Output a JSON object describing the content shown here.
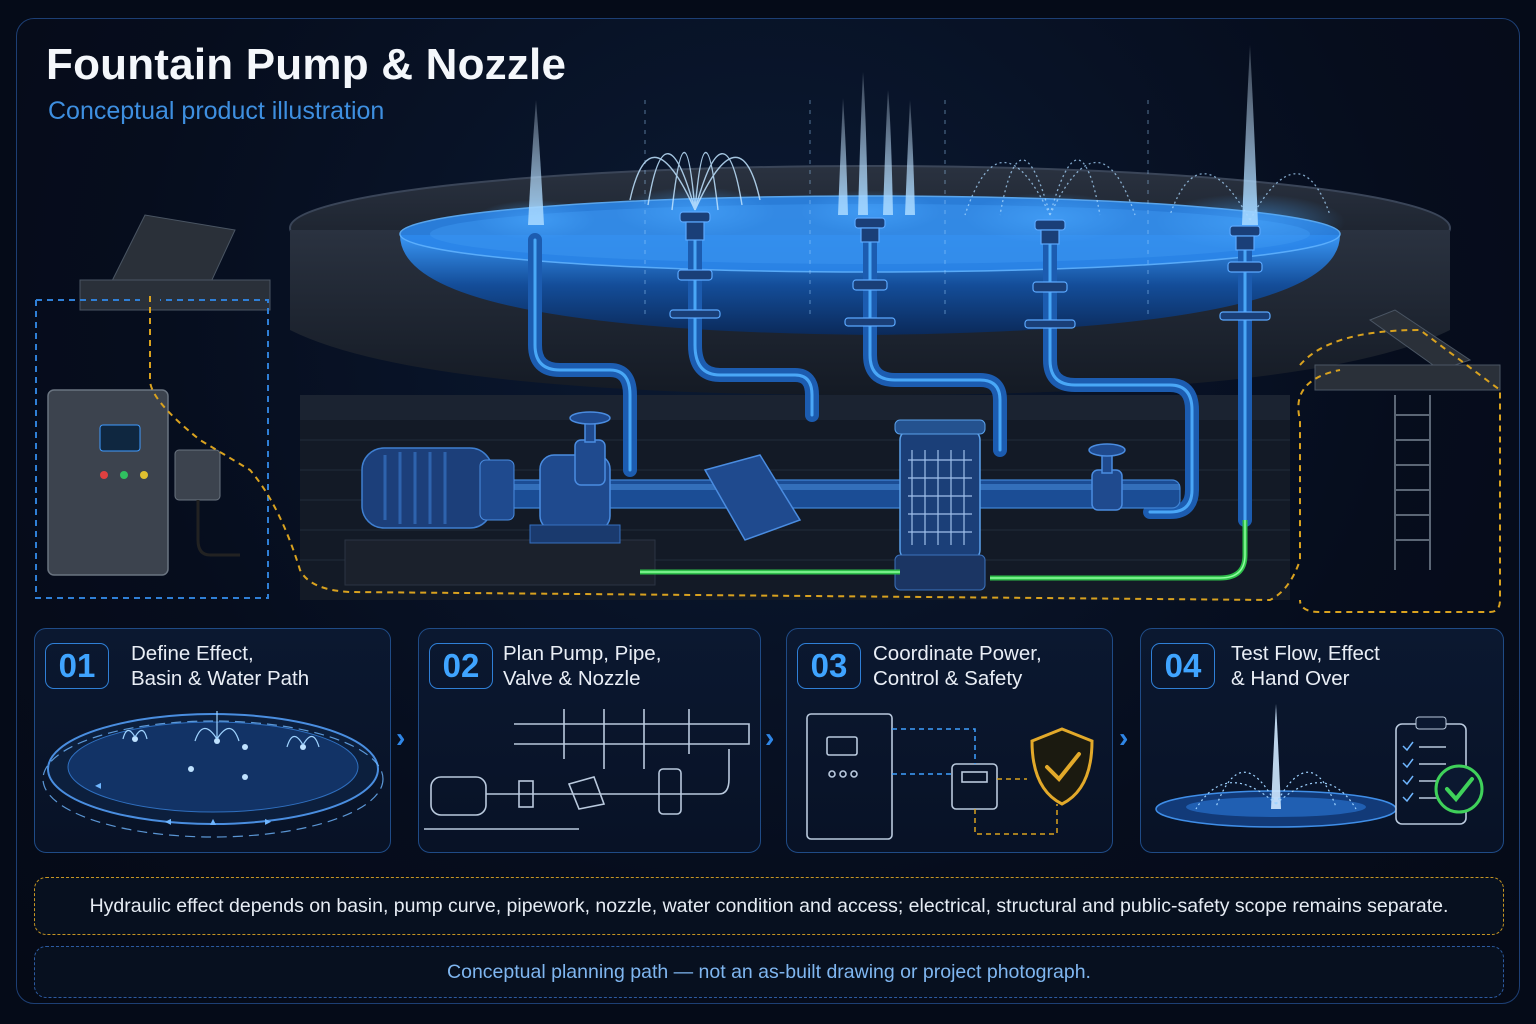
{
  "header": {
    "title": "Fountain Pump & Nozzle",
    "subtitle": "Conceptual product illustration"
  },
  "steps": [
    {
      "number": "01",
      "title_line1": "Define Effect,",
      "title_line2": "Basin & Water Path"
    },
    {
      "number": "02",
      "title_line1": "Plan Pump, Pipe,",
      "title_line2": "Valve & Nozzle"
    },
    {
      "number": "03",
      "title_line1": "Coordinate Power,",
      "title_line2": "Control & Safety"
    },
    {
      "number": "04",
      "title_line1": "Test Flow, Effect",
      "title_line2": "& Hand Over"
    }
  ],
  "note": "Hydraulic effect depends on basin, pump curve, pipework, nozzle, water condition and access; electrical, structural and public-safety scope remains separate.",
  "disclaimer": "Conceptual planning path — not an as-built drawing or project photograph.",
  "colors": {
    "background": "#050b18",
    "water_blue": "#2f8fff",
    "pipe_blue": "#1f5fb5",
    "return_green": "#3ddc5a",
    "dashed_gold": "#d9a21f",
    "accent_blue": "#3fa4ff"
  },
  "icons": [
    "electrical-cabinet-icon",
    "junction-box-icon",
    "pump-motor-icon",
    "gate-valve-icon",
    "strainer-icon",
    "filter-icon",
    "nozzle-icon",
    "access-hatch-icon",
    "ladder-icon",
    "shield-check-icon",
    "clipboard-check-icon",
    "chevron-right-icon"
  ]
}
